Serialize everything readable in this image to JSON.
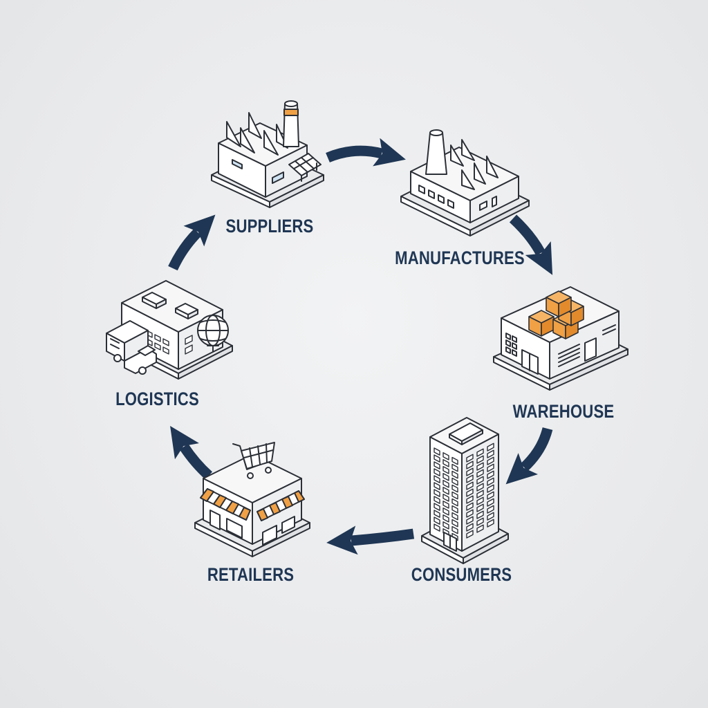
{
  "colors": {
    "background": "#e8e9eb",
    "line": "#2b2f36",
    "face_top": "#f7f7f8",
    "face_left": "#ffffff",
    "face_right": "#eeeff1",
    "arrow": "#1f3654",
    "label": "#1f3654",
    "accent_orange": "#f0a045",
    "window_blue": "#cfe3f2"
  },
  "nodes": [
    {
      "id": "suppliers",
      "label": "SUPPLIERS",
      "icon": "factory-solar-icon"
    },
    {
      "id": "manufactures",
      "label": "MANUFACTURES",
      "icon": "factory-chimney-icon"
    },
    {
      "id": "warehouse",
      "label": "WAREHOUSE",
      "icon": "warehouse-boxes-icon"
    },
    {
      "id": "consumers",
      "label": "CONSUMERS",
      "icon": "office-tower-icon"
    },
    {
      "id": "retailers",
      "label": "RETAILERS",
      "icon": "shop-cart-icon"
    },
    {
      "id": "logistics",
      "label": "LOGISTICS",
      "icon": "logistics-truck-globe-icon"
    }
  ],
  "flow": [
    {
      "from": "suppliers",
      "to": "manufactures"
    },
    {
      "from": "manufactures",
      "to": "warehouse"
    },
    {
      "from": "warehouse",
      "to": "consumers"
    },
    {
      "from": "consumers",
      "to": "retailers"
    },
    {
      "from": "retailers",
      "to": "logistics"
    },
    {
      "from": "logistics",
      "to": "suppliers"
    }
  ]
}
